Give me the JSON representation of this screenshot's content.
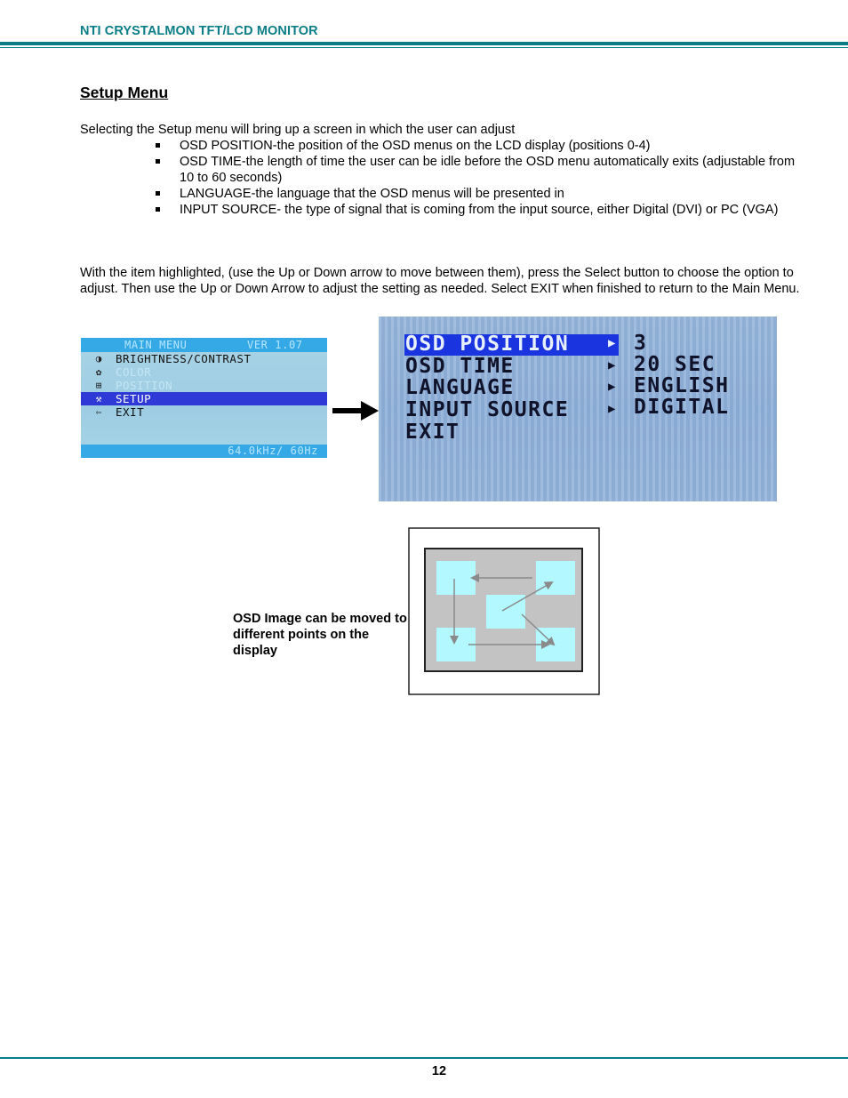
{
  "header": {
    "title": "NTI CRYSTALMON TFT/LCD MONITOR"
  },
  "section": {
    "title": "Setup Menu"
  },
  "intro": "Selecting the Setup menu will bring up a screen in which the user can adjust",
  "bullets": [
    "OSD POSITION-the position of the OSD menus on the LCD display (positions 0-4)",
    "OSD TIME-the length of time the user can be idle before the OSD menu automatically exits (adjustable from 10 to 60 seconds)",
    "LANGUAGE-the language that the OSD menus will be presented in",
    "INPUT SOURCE- the type of signal that is coming from the input source,   either Digital  (DVI) or PC (VGA)"
  ],
  "paragraph": "With the item highlighted,   (use the Up or Down arrow to move between them),   press the Select button to choose the option to adjust.    Then use the Up or Down Arrow to adjust the setting as needed.    Select EXIT when finished to return to the Main Menu.",
  "main_menu": {
    "title": "MAIN MENU",
    "version": "VER 1.07",
    "items": [
      "BRIGHTNESS/CONTRAST",
      "COLOR",
      "POSITION",
      "SETUP",
      "EXIT"
    ],
    "footer": "64.0kHz/ 60Hz"
  },
  "setup_screen": {
    "items": [
      "OSD POSITION",
      "OSD TIME",
      "LANGUAGE",
      "INPUT SOURCE",
      "EXIT"
    ],
    "values": [
      "3",
      "20 SEC",
      "ENGLISH",
      "DIGITAL"
    ]
  },
  "caption": "OSD Image can be moved to different points on the display",
  "footer": {
    "page_number": "12"
  },
  "colors": {
    "accent": "#0a7d86",
    "highlight": "#2f3ad6",
    "osd_box": "#b3f7ff"
  }
}
